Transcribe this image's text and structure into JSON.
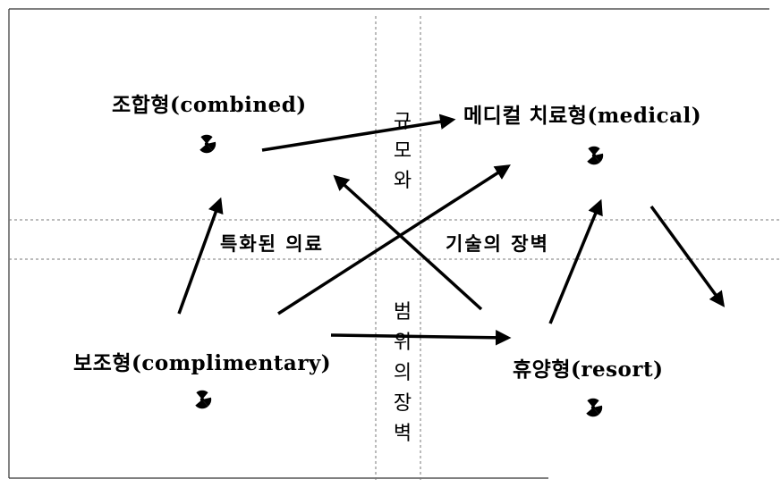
{
  "nodes": {
    "combined": {
      "label": "조합형(combined)"
    },
    "medical": {
      "label": "메디컬 치료형(medical)"
    },
    "complimentary": {
      "label": "보조형(complimentary)"
    },
    "resort": {
      "label": "휴양형(resort)"
    }
  },
  "barrier_horizontal": {
    "left_text": "특화된 의료",
    "right_text": "기술의 장벽"
  },
  "barrier_vertical": {
    "chars_top": [
      "규",
      "모",
      "와"
    ],
    "chars_bottom": [
      "범",
      "위",
      "의",
      "장",
      "벽"
    ]
  },
  "icons": {
    "node_marker": "radiation-icon"
  }
}
